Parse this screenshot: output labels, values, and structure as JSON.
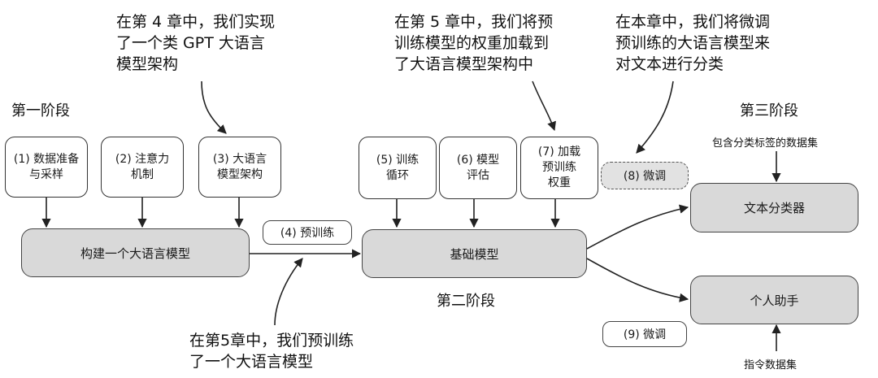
{
  "callouts": {
    "ch4": [
      "在第 4 章中，我们实现",
      "了一个类 GPT 大语言",
      "模型架构"
    ],
    "ch5_load": [
      "在第 5 章中，我们将预",
      "训练模型的权重加载到",
      "了大语言模型架构中"
    ],
    "this_chapter": [
      "在本章中，我们将微调",
      "预训练的大语言模型来",
      "对文本进行分类"
    ],
    "ch5_pretrain": [
      "在第5章中，我们预训练",
      "了一个大语言模型"
    ]
  },
  "stages": {
    "stage1": "第一阶段",
    "stage2": "第二阶段",
    "stage3": "第三阶段"
  },
  "steps": {
    "s1": [
      "(1) 数据准备",
      "与采样"
    ],
    "s2": [
      "(2) 注意力",
      "机制"
    ],
    "s3": [
      "(3) 大语言",
      "模型架构"
    ],
    "s4": "(4) 预训练",
    "s5": [
      "(5) 训练",
      "循环"
    ],
    "s6": [
      "(6) 模型",
      "评估"
    ],
    "s7": [
      "(7) 加载",
      "预训练",
      "权重"
    ],
    "s8": "(8) 微调",
    "s9": "(9) 微调"
  },
  "main_boxes": {
    "build_llm": "构建一个大语言模型",
    "foundation_model": "基础模型",
    "text_classifier": "文本分类器",
    "personal_assistant": "个人助手"
  },
  "datasets": {
    "labeled": "包含分类标签的数据集",
    "instruction": "指令数据集"
  }
}
